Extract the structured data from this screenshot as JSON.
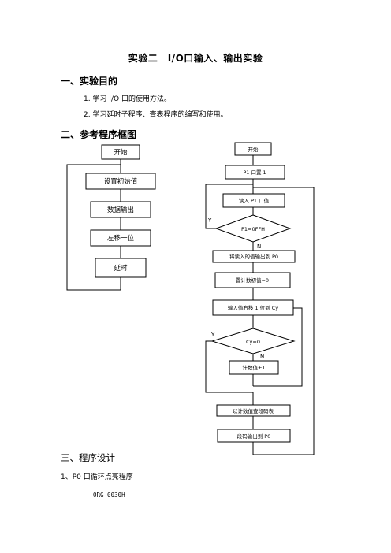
{
  "title": "实验二　I/O口输入、输出实验",
  "section1": {
    "heading": "一、实验目的",
    "items": [
      "1.  学习 I/O 口的使用方法。",
      "2.  学习延时子程序、查表程序的编写和使用。"
    ]
  },
  "section2": {
    "heading": "二、参考程序框图",
    "flow_left": {
      "start": "开始",
      "init": "设置初始值",
      "output": "数据输出",
      "shift": "左移一位",
      "delay": "延时"
    },
    "flow_right": {
      "start": "开始",
      "p1": "P1 口置 1",
      "read": "读入 P1 口值",
      "decision1": "P1=0FFH",
      "yes1": "Y",
      "no1": "N",
      "send": "将读入的值输出到 P0",
      "count": "置计数初值=0",
      "shiftcy": "输入值右移 1 位到 Cy",
      "decision2": "Cy=0",
      "yes2": "Y",
      "no2": "N",
      "inc": "计数值+1",
      "lookup": "以计数值查段码表",
      "segout": "段码输出到 P0"
    }
  },
  "section3": {
    "heading": "三、程序设计",
    "sub": "1、P0 口循环点亮程序",
    "code": "ORG  0030H"
  }
}
